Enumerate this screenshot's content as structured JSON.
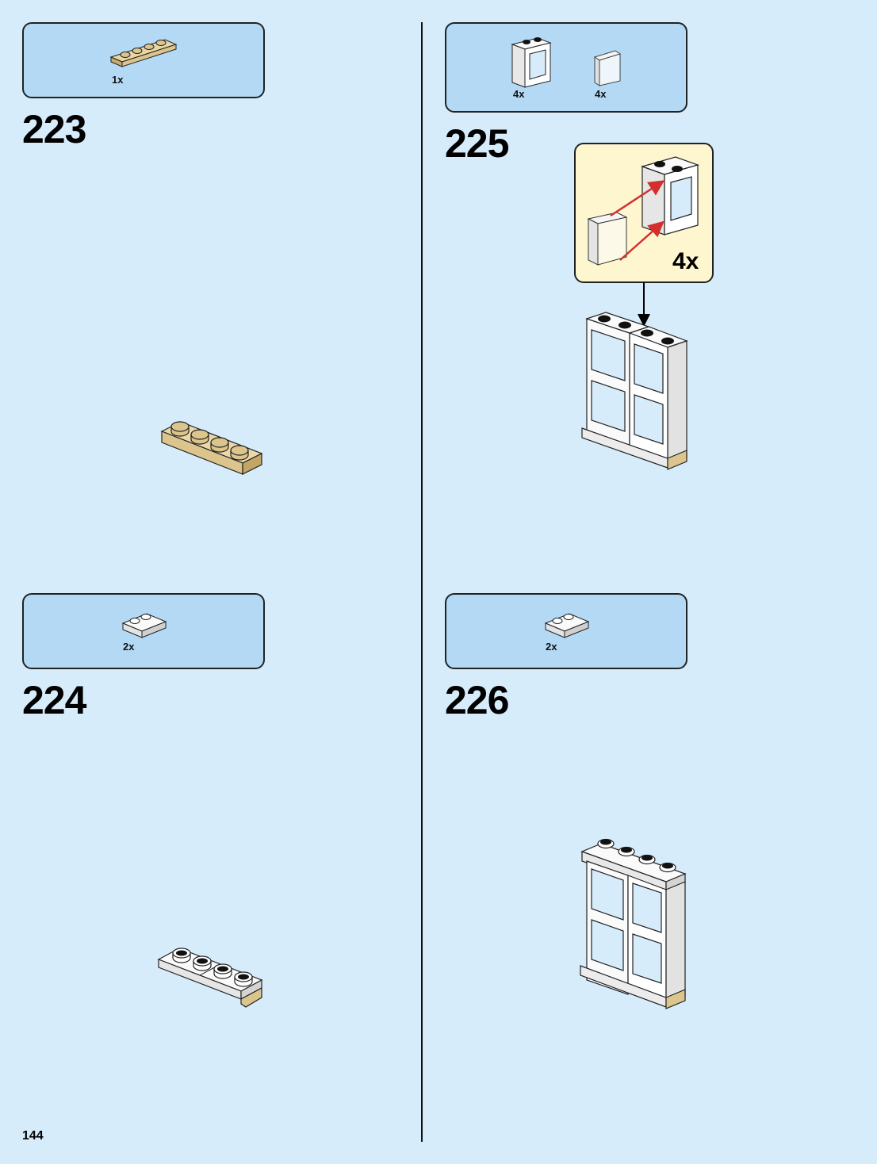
{
  "page_number": "144",
  "steps": [
    {
      "number": "223",
      "parts": [
        {
          "qty": "1x",
          "part": "tan-plate-1x4"
        }
      ]
    },
    {
      "number": "224",
      "parts": [
        {
          "qty": "2x",
          "part": "white-plate-1x2-rail"
        }
      ]
    },
    {
      "number": "225",
      "parts": [
        {
          "qty": "4x",
          "part": "white-window-frame-1x2x2"
        },
        {
          "qty": "4x",
          "part": "trans-clear-window-glass"
        }
      ],
      "callout": {
        "qty": "4x"
      }
    },
    {
      "number": "226",
      "parts": [
        {
          "qty": "2x",
          "part": "white-plate-1x2-rail"
        }
      ]
    }
  ],
  "colors": {
    "page_bg": "#d6ecfb",
    "parts_box_bg": "#b4d9f4",
    "callout_bg": "#fdf6cf",
    "tan": "#dcc58d",
    "arrow_red": "#d32f2f"
  }
}
